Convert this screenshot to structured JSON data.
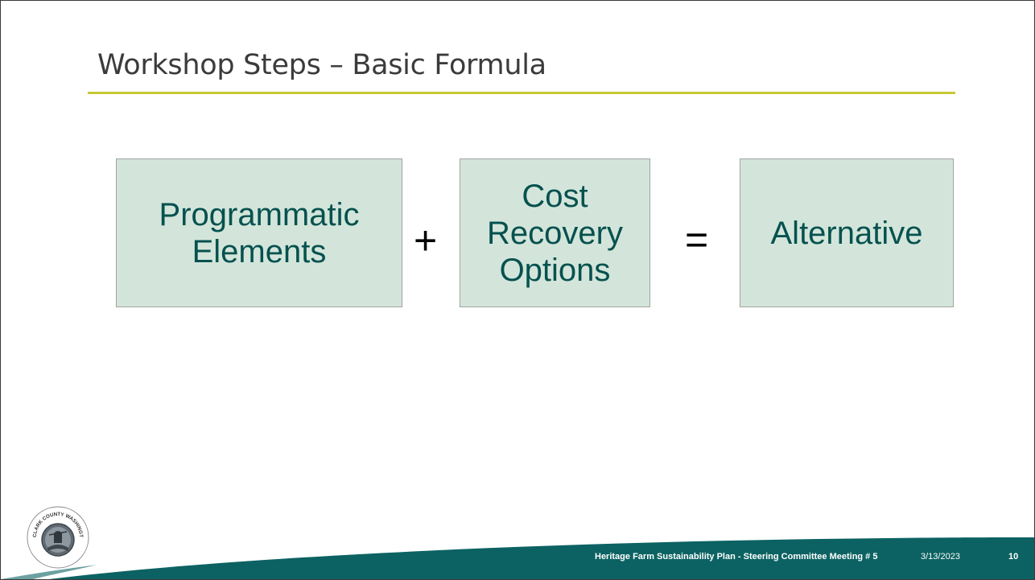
{
  "slide": {
    "title": "Workshop Steps – Basic Formula",
    "formula": {
      "term1": "Programmatic\nElements",
      "operator1": "+",
      "term2": "Cost\nRecovery\nOptions",
      "operator2": "=",
      "result": "Alternative"
    },
    "footer": {
      "title": "Heritage Farm Sustainability Plan - Steering Committee Meeting # 5",
      "date": "3/13/2023",
      "page": "10"
    },
    "logo": {
      "text": "CLARK COUNTY WASHINGTON",
      "icon": "county-seal-icon"
    }
  },
  "colors": {
    "title_rule": "#c6c935",
    "box_fill": "#d3e5da",
    "box_text": "#06514f",
    "footer_band": "#0c6262"
  }
}
